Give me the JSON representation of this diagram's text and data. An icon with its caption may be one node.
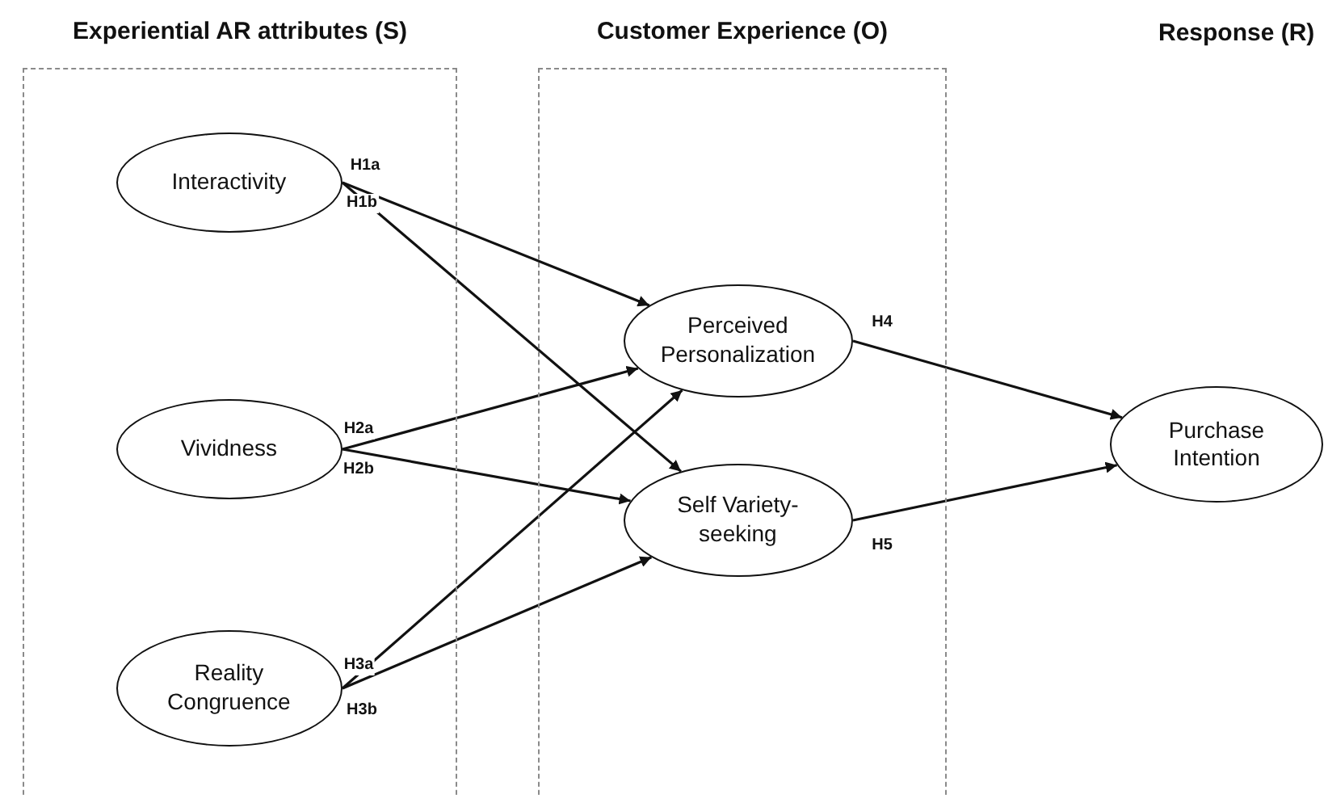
{
  "diagram": {
    "nodes": [
      {
        "text": [
          "Experiential AR attributes (S)"
        ]
      },
      {
        "text": [
          "Interactivity"
        ],
        "in": 0
      },
      {
        "text": [
          "Vividness"
        ],
        "in": 0
      },
      {
        "text": [
          "Reality Congruence"
        ],
        "in": 0
      },
      {
        "text": [
          "Customer Experience (O)"
        ]
      },
      {
        "text": [
          "Perceived Personalization"
        ],
        "in": 4
      },
      {
        "text": [
          "Self Variety-seeking"
        ],
        "in": 4
      },
      {
        "text": [
          "Purchase Intention"
        ]
      }
    ],
    "edges": [
      {
        "from": 1,
        "to": 5,
        "arrow": "to",
        "label": "H1a"
      },
      {
        "from": 1,
        "to": 6,
        "arrow": "to",
        "label": "H1b"
      },
      {
        "from": 2,
        "to": 5,
        "arrow": "to",
        "label": "H2a"
      },
      {
        "from": 2,
        "to": 6,
        "arrow": "to",
        "label": "H2b"
      },
      {
        "from": 3,
        "to": 5,
        "arrow": "to",
        "label": "H3a"
      },
      {
        "from": 3,
        "to": 6,
        "arrow": "to",
        "label": "H3b"
      },
      {
        "from": 5,
        "to": 7,
        "arrow": "to",
        "label": "H4"
      },
      {
        "from": 6,
        "to": 7,
        "arrow": "to",
        "label": "H5"
      }
    ],
    "labels": [
      "Response (R)"
    ]
  }
}
